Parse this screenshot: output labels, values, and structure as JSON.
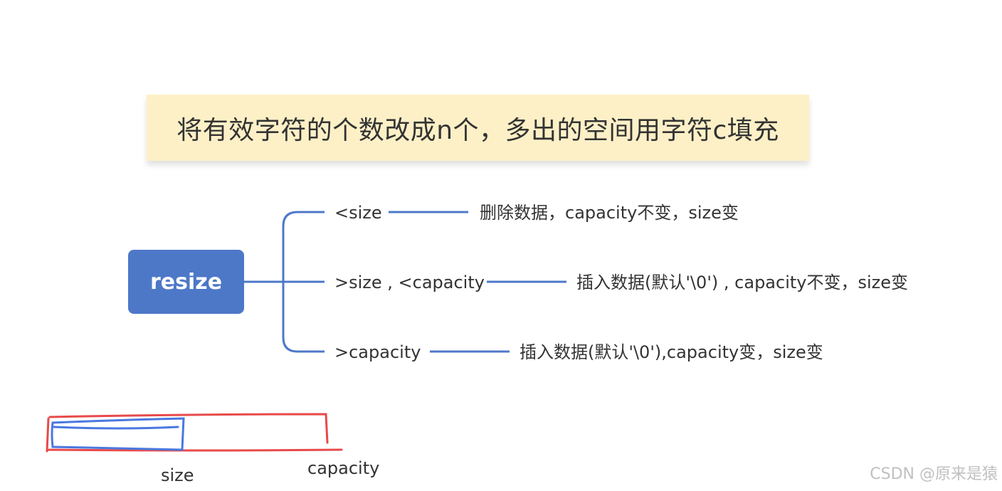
{
  "title": "将有效字符的个数改成n个，多出的空间用字符c填充",
  "root": {
    "label": "resize",
    "color": "#4d78c8"
  },
  "branches": [
    {
      "condition": "<size",
      "result": "删除数据，capacity不变，size变"
    },
    {
      "condition": ">size , <capacity",
      "result": "插入数据(默认'\\0') , capacity不变，size变"
    },
    {
      "condition": ">capacity",
      "result": "插入数据(默认'\\0'),capacity变，size变"
    }
  ],
  "sketch": {
    "inner_label": "size",
    "outer_label": "capacity",
    "inner_color": "#4a78e0",
    "outer_color": "#e84a4a"
  },
  "watermark": "CSDN @原来是猿",
  "colors": {
    "connector": "#4d78c8",
    "title_bg": "#fdf0c7"
  }
}
